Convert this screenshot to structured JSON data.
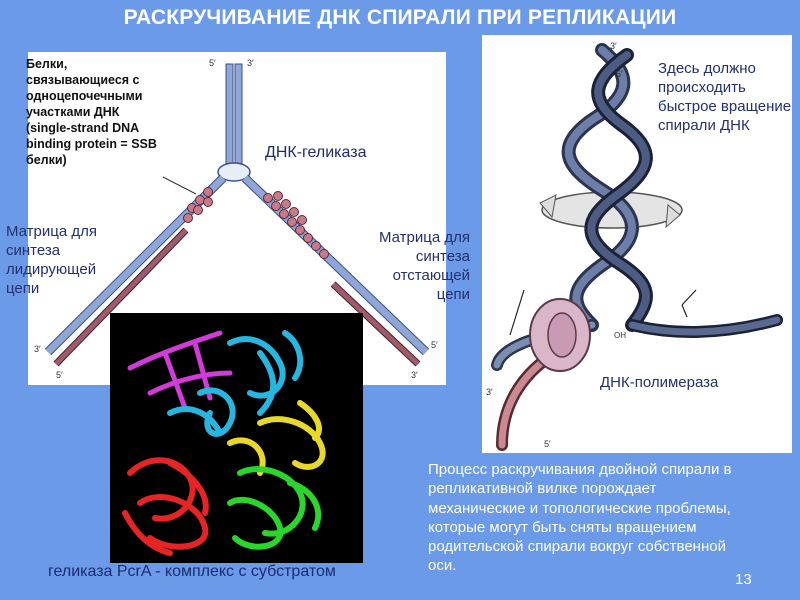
{
  "title": "РАСКРУЧИВАНИЕ ДНК СПИРАЛИ ПРИ РЕПЛИКАЦИИ",
  "fork": {
    "ssb_lines": [
      "Белки,",
      "связывающиеся с",
      "одноцепочечными",
      "участками ДНК",
      "(single-strand DNA",
      "binding protein = SSB",
      "белки)"
    ],
    "helicase_label": "ДНК-геликаза",
    "leading_label": "Матрица для синтеза лидирующей цепи",
    "lagging_label": "Матрица для синтеза отстающей цепи",
    "end_5_top": "5′",
    "end_3_top": "3′",
    "end_3_left": "3′",
    "end_5_left": "5′",
    "end_5_right": "5′",
    "end_3_right": "3′"
  },
  "helix": {
    "rotation_label": "Здесь должно происходить быстрое вращение спирали ДНК",
    "polymerase_label": "ДНК-полимераза",
    "end_3_top": "3′",
    "end_5_top": "5′",
    "end_3_left": "3′",
    "end_5_bottom": "5′",
    "oh_label": "OH"
  },
  "caption_lines": [
    "Процесс раскручивания двойной спирали в",
    "репликативной вилке порождает",
    "механические и топологические проблемы,",
    "которые могут быть сняты вращением",
    "родительской спирали вокруг собственной",
    "оси."
  ],
  "protein_caption": "геликаза PcrA - комплекс с субстратом",
  "page_number": "13"
}
